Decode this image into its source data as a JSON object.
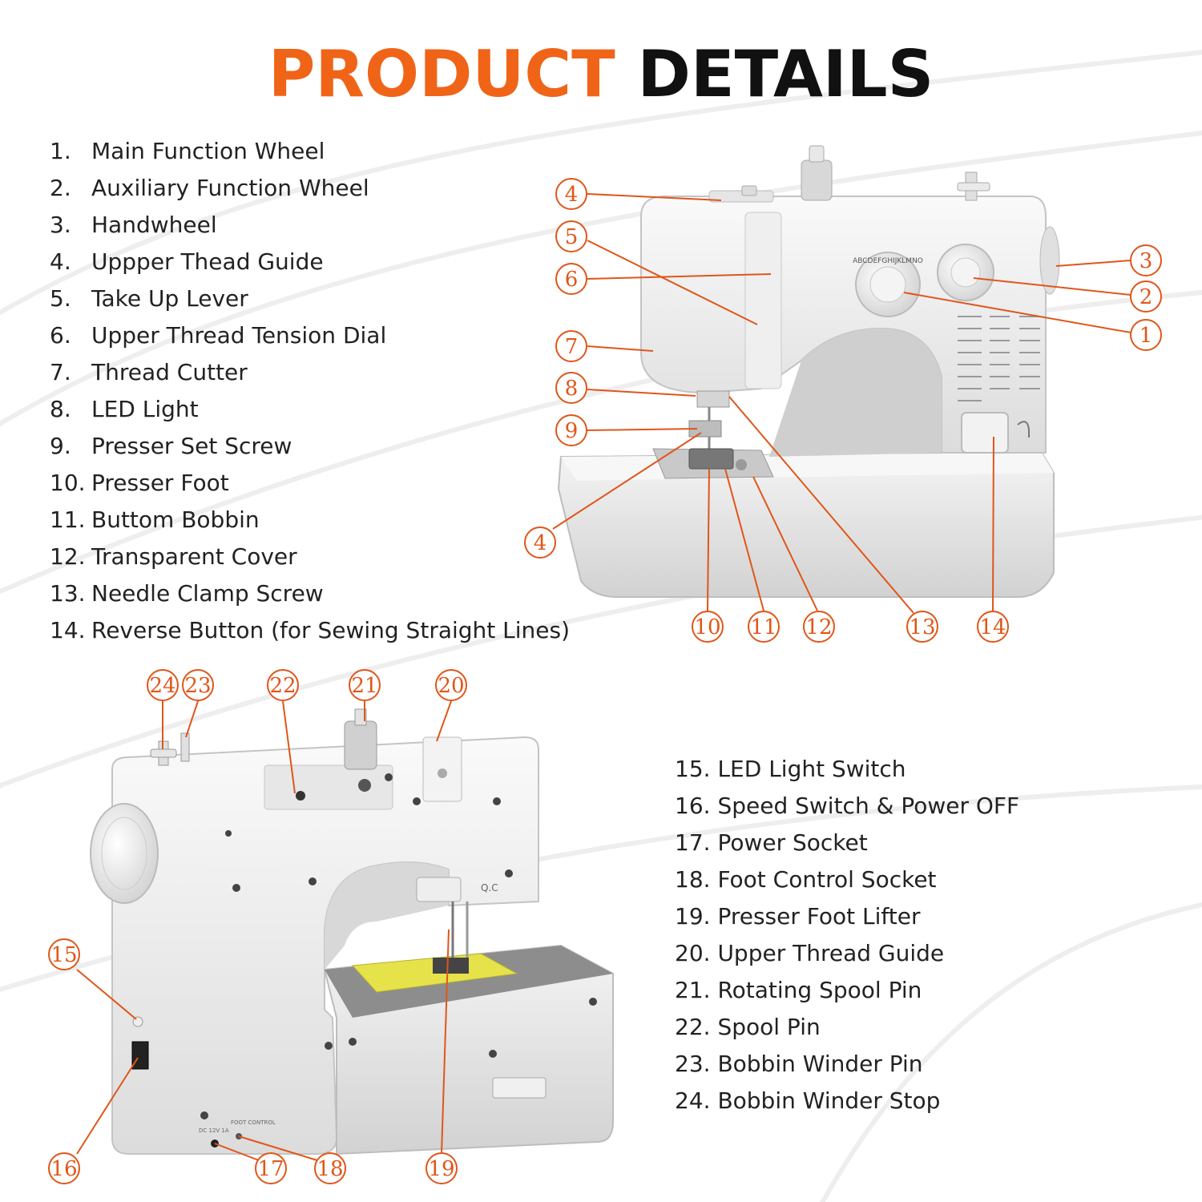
{
  "title": {
    "accent": "PRODUCT",
    "rest": "DETAILS"
  },
  "colors": {
    "accent": "#f06418",
    "text": "#222222",
    "callout": "#e0561a",
    "background": "#ffffff"
  },
  "top_list": [
    {
      "num": "1.",
      "label": "Main Function Wheel"
    },
    {
      "num": "2.",
      "label": "Auxiliary Function Wheel"
    },
    {
      "num": "3.",
      "label": "Handwheel"
    },
    {
      "num": "4.",
      "label": "Uppper Thead Guide"
    },
    {
      "num": "5.",
      "label": "Take Up Lever"
    },
    {
      "num": "6.",
      "label": "Upper Thread Tension Dial"
    },
    {
      "num": "7.",
      "label": "Thread Cutter"
    },
    {
      "num": "8.",
      "label": "LED Light"
    },
    {
      "num": "9.",
      "label": "Presser Set Screw"
    },
    {
      "num": "10.",
      "label": "Presser Foot"
    },
    {
      "num": "11.",
      "label": "Buttom Bobbin"
    },
    {
      "num": "12.",
      "label": "Transparent Cover"
    },
    {
      "num": "13.",
      "label": "Needle Clamp Screw"
    },
    {
      "num": "14.",
      "label": "Reverse Button (for Sewing Straight Lines)"
    }
  ],
  "bottom_list": [
    {
      "num": "15.",
      "label": "LED Light Switch"
    },
    {
      "num": "16.",
      "label": "Speed Switch & Power OFF"
    },
    {
      "num": "17.",
      "label": "Power Socket"
    },
    {
      "num": "18.",
      "label": "Foot Control Socket"
    },
    {
      "num": "19.",
      "label": "Presser Foot Lifter"
    },
    {
      "num": "20.",
      "label": "Upper Thread Guide"
    },
    {
      "num": "21.",
      "label": "Rotating Spool Pin"
    },
    {
      "num": "22.",
      "label": "Spool Pin"
    },
    {
      "num": "23.",
      "label": "Bobbin Winder Pin"
    },
    {
      "num": "24.",
      "label": "Bobbin Winder Stop"
    }
  ],
  "callouts": {
    "front": [
      "4",
      "5",
      "6",
      "7",
      "8",
      "9",
      "4",
      "3",
      "2",
      "1",
      "10",
      "11",
      "12",
      "13",
      "14"
    ],
    "back": [
      "24",
      "23",
      "22",
      "21",
      "20",
      "15",
      "16",
      "17",
      "18",
      "19"
    ]
  },
  "machine_texts": {
    "dial_letters": "ABCDEFGHIJKLMNO",
    "back_logo": "Q.C",
    "socket_power": "DC 12V 1A",
    "socket_foot": "FOOT CONTROL"
  }
}
